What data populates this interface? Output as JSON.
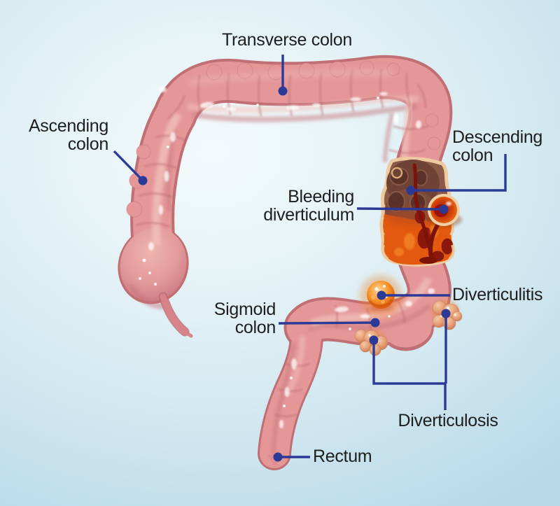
{
  "figure": {
    "subject": "Large intestine (colon) with diverticular disease",
    "labels": {
      "transverse": {
        "text": "Transverse colon"
      },
      "ascending": {
        "line1": "Ascending",
        "line2": "colon"
      },
      "descending": {
        "line1": "Descending",
        "line2": "colon"
      },
      "bleeding": {
        "line1": "Bleeding",
        "line2": "diverticulum"
      },
      "diverticulitis": {
        "text": "Diverticulitis"
      },
      "sigmoid": {
        "line1": "Sigmoid",
        "line2": "colon"
      },
      "diverticulosis": {
        "text": "Diverticulosis"
      },
      "rectum": {
        "text": "Rectum"
      }
    },
    "colors": {
      "leader_line": "#2b3a97",
      "label_text": "#1e1e1e",
      "colon_pink": "#e59798",
      "colon_shadow": "#c06f75",
      "colon_highlight": "#f1c3bb",
      "inflamed_orange": "#ee7a1c",
      "blood_red": "#7c1208",
      "cut_edge_tan": "#eecaa0",
      "interior_brown": "#6f4236",
      "background_center": "#f4fafb",
      "background_edge": "#b6d8e8"
    }
  }
}
